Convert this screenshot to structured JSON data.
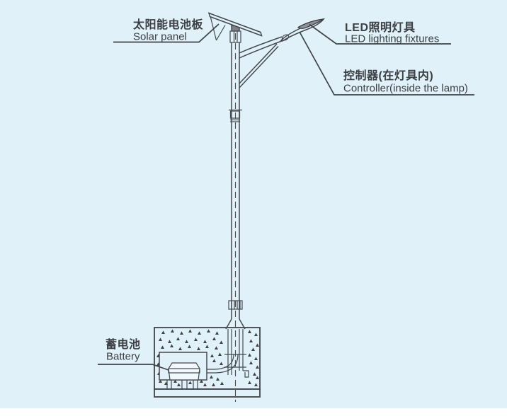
{
  "labels": {
    "solar_panel": {
      "zh": "太阳能电池板",
      "en": "Solar panel"
    },
    "led": {
      "zh": "LED照明灯具",
      "en": "LED lighting fixtures"
    },
    "controller": {
      "zh": "控制器(在灯具内)",
      "en": "Controller(inside the lamp)"
    },
    "battery": {
      "zh": "蓄电池",
      "en": "Battery"
    }
  },
  "colors": {
    "background": "#e0f1f9",
    "line": "#45494e",
    "lamp_fill": "#8e9296",
    "battery_band": "#c9cdd1",
    "text": "#3b3e42"
  }
}
